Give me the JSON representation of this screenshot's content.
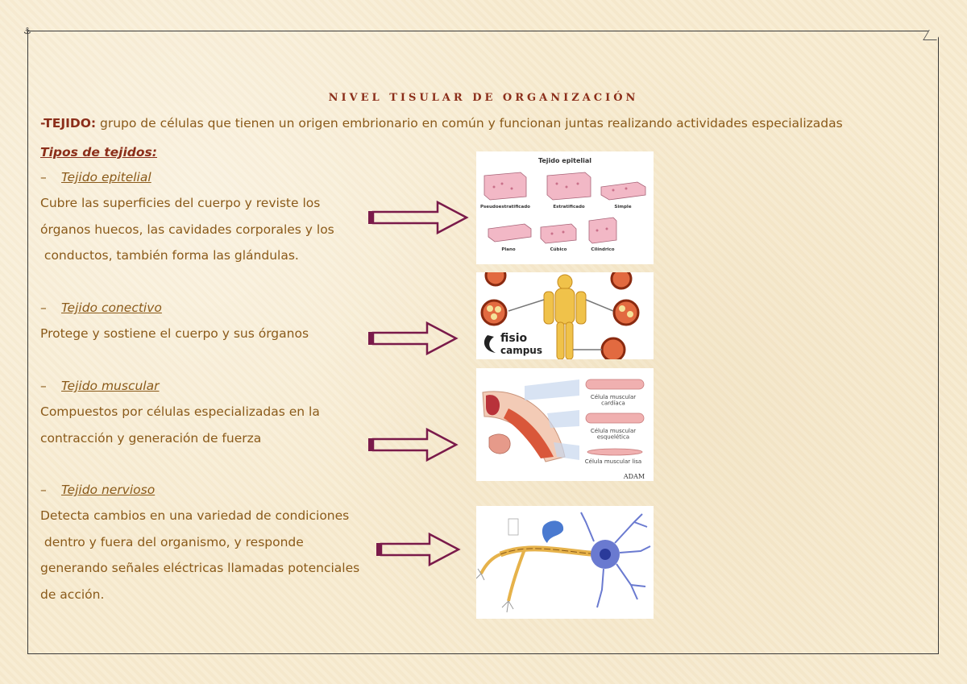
{
  "title": "NIVEL TISULAR DE ORGANIZACIÓN",
  "intro": {
    "term": "-TEJIDO:",
    "text": " grupo de células que tienen un origen embrionario en común y funcionan juntas realizando actividades especializadas"
  },
  "types_heading": "Tipos de tejidos:",
  "tissues": [
    {
      "dash": "–",
      "name": "Tejido epitelial",
      "description": "Cubre las superficies del cuerpo y reviste los\nórganos huecos, las cavidades corporales y los\n conductos, también forma las glándulas."
    },
    {
      "dash": "–",
      "name": "Tejido conectivo",
      "description": "Protege y sostiene el cuerpo y sus órganos"
    },
    {
      "dash": "–",
      "name": "Tejido muscular",
      "description": "Compuestos por células especializadas en la\ncontracción y generación de fuerza"
    },
    {
      "dash": "–",
      "name": "Tejido nervioso",
      "description": "Detecta cambios en una variedad de condiciones\n dentro y fuera del organismo, y responde\ngenerando señales eléctricas llamadas potenciales\nde acción."
    }
  ],
  "images": {
    "epitelial": {
      "title": "Tejido epitelial",
      "labels": [
        "Pseudoestratificado",
        "Estratificado",
        "Simple",
        "Plano",
        "Cúbico",
        "Cilíndrico"
      ]
    },
    "conectivo": {
      "watermark_top": "fisio",
      "watermark_bottom": "campus"
    },
    "muscular": {
      "labels": [
        "Célula muscular\ncardíaca",
        "Célula muscular\nesquelética",
        "Célula muscular lisa"
      ],
      "credit": "ADAM"
    }
  },
  "colors": {
    "arrow_stroke": "#7a1a4a",
    "title": "#8b2e1a",
    "text": "#8a5a1a"
  }
}
